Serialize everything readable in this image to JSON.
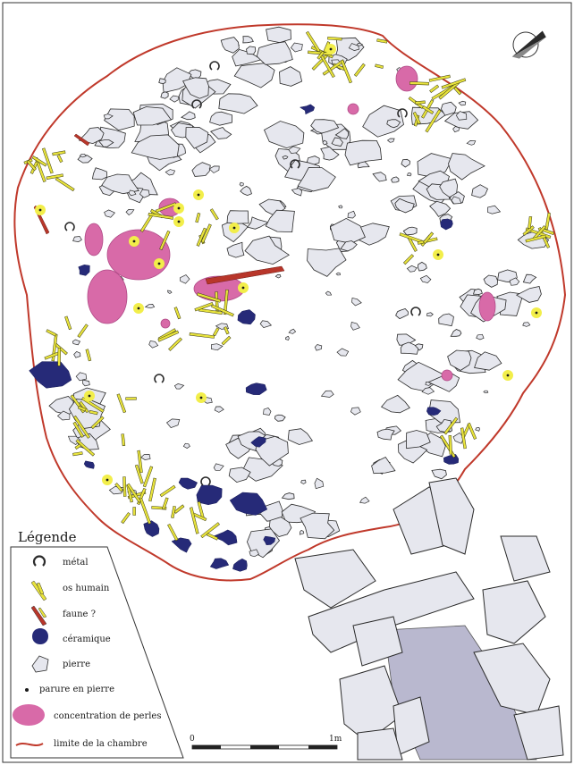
{
  "legend": {
    "title": "Légende",
    "items": [
      {
        "symbol": "metal",
        "label": "métal",
        "color": "#2b2b2b"
      },
      {
        "symbol": "human-bone",
        "label": "os humain",
        "color": "#e8e33c"
      },
      {
        "symbol": "fauna",
        "label": "faune ?",
        "color": "#b8362a"
      },
      {
        "symbol": "ceramic",
        "label": "céramique",
        "color": "#262a78"
      },
      {
        "symbol": "stone",
        "label": "pierre",
        "color": "#e6e7ee"
      },
      {
        "symbol": "stone-ornament",
        "label": "parure en pierre",
        "color": "#1a1a1a"
      },
      {
        "symbol": "bead-concentration",
        "label": "concentration de perles",
        "color": "#d86aa8"
      },
      {
        "symbol": "chamber-limit",
        "label": "limite de la chambre",
        "color": "#c0392b"
      }
    ]
  },
  "scale": {
    "start": "0",
    "end": "1m"
  },
  "north_arrow": {
    "icon": "north-arrow-icon"
  }
}
